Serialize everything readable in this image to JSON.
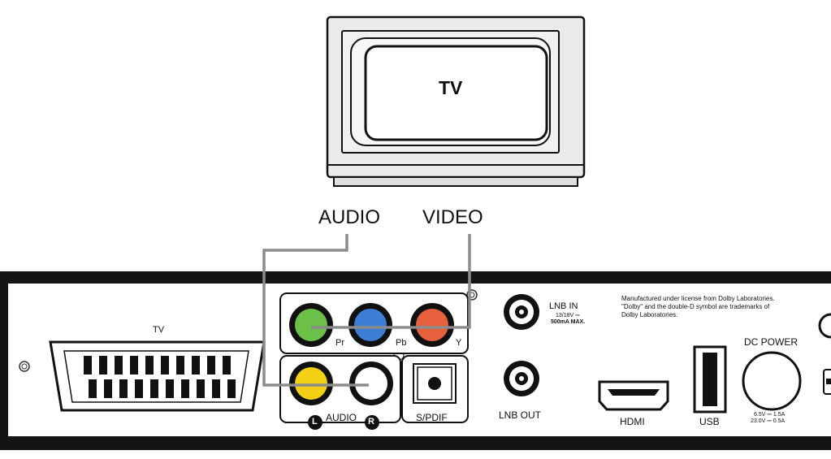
{
  "tv": {
    "screen_label": "TV"
  },
  "signals": {
    "audio": "AUDIO",
    "video": "VIDEO"
  },
  "panel": {
    "scart_label": "TV",
    "component": {
      "pr": "Pr",
      "pb": "Pb",
      "y": "Y"
    },
    "audio_label": "AUDIO",
    "left_badge": "L",
    "right_badge": "R",
    "spdif_label": "S/PDIF",
    "lnb_in": "LNB IN",
    "lnb_in_spec_1": "13/18V ⎓",
    "lnb_in_spec_2": "500mA MAX.",
    "lnb_out": "LNB OUT",
    "dolby_notice_1": "Manufactured under license from Dolby Laboratories.",
    "dolby_notice_2": "\"Dolby\" and the double-D symbol are trademarks of",
    "dolby_notice_3": "Dolby Laboratories.",
    "hdmi_label": "HDMI",
    "usb_label": "USB",
    "dc_power_label": "DC POWER",
    "dc_spec_1": "6.5V ⎓ 1.5A",
    "dc_spec_2": "23.0V ⎓ 0.5A"
  },
  "colors": {
    "panel_black": "#141414",
    "cable_grey": "#8c8c8c",
    "jack_green": "#6cc04a",
    "jack_blue": "#3d7fd6",
    "jack_red": "#e8613f",
    "jack_yellow": "#f1d016",
    "jack_white": "#ffffff"
  }
}
